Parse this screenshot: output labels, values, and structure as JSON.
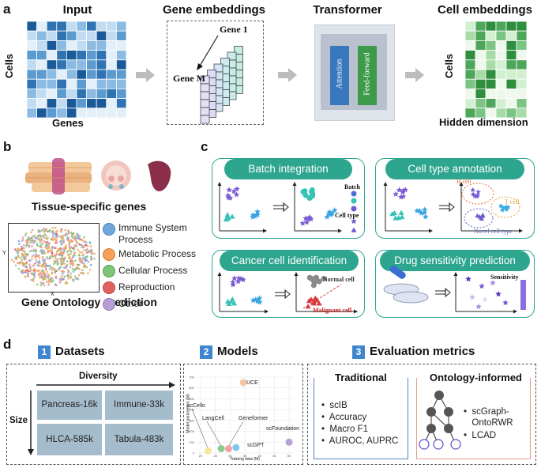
{
  "panels": {
    "a": "a",
    "b": "b",
    "c": "c",
    "d": "d"
  },
  "a": {
    "input_title": "Input",
    "cells_label": "Cells",
    "genes_label": "Genes",
    "gene_emb_title": "Gene embeddings",
    "gene_1": "Gene 1",
    "gene_m": "Gene M",
    "transformer_title": "Transformer",
    "attention": "Attention",
    "feedforward": "Feed-forward",
    "cell_emb_title": "Cell embeddings",
    "cells_label2": "Cells",
    "hidden_label": "Hidden dimension"
  },
  "b": {
    "tissue_title": "Tissue-specific genes",
    "go_title": "Gene Ontology prediction",
    "axis_x": "X",
    "axis_y": "Y",
    "legend": [
      {
        "label1": "Immune System",
        "label2": "Process",
        "color": "#6fa8dc"
      },
      {
        "label1": "Metabolic Process",
        "label2": "",
        "color": "#f6a15a"
      },
      {
        "label1": "Cellular Process",
        "label2": "",
        "color": "#7cc576"
      },
      {
        "label1": "Reproduction",
        "label2": "",
        "color": "#e0625f"
      },
      {
        "label1": "Other",
        "label2": "",
        "color": "#b79fd6"
      }
    ]
  },
  "c": {
    "batch_title": "Batch integration",
    "celltype_title": "Cell type annotation",
    "cancer_title": "Cancer cell identification",
    "drug_title": "Drug sensitivity prediction",
    "batch_tag": "Batch",
    "celltype_tag": "Cell type",
    "bcell": "B cell",
    "tcell": "T cell",
    "novel": "Novel cell type",
    "normal": "Normal cell",
    "malignant": "Malignant cell",
    "sensitivity": "Sensitivity"
  },
  "d": {
    "num1": "1",
    "sec1": "Datasets",
    "num2": "2",
    "sec2": "Models",
    "num3": "3",
    "sec3": "Evaluation metrics",
    "diversity": "Diversity",
    "size": "Size",
    "datasets": [
      "Pancreas-16k",
      "Immune-33k",
      "HLCA-585k",
      "Tabula-483k"
    ],
    "y_axis": "Model parameters (M)",
    "x_axis": "Training data (M)",
    "y_ticks": [
      "700",
      "600",
      "500",
      "400",
      "300",
      "200",
      "100",
      "0"
    ],
    "x_ticks": [
      "20",
      "25",
      "30",
      "35",
      "40",
      "45",
      "50"
    ],
    "models": [
      "UCE",
      "scCello",
      "LangCell",
      "Geneformer",
      "scGPT",
      "scFoundation"
    ],
    "traditional": "Traditional",
    "trad_items": [
      "scIB",
      "Accuracy",
      "Macro F1",
      "AUROC, AUPRC"
    ],
    "ontology": "Ontology-informed",
    "onto_items": [
      "scGraph-OntoRWR",
      "LCAD"
    ]
  }
}
